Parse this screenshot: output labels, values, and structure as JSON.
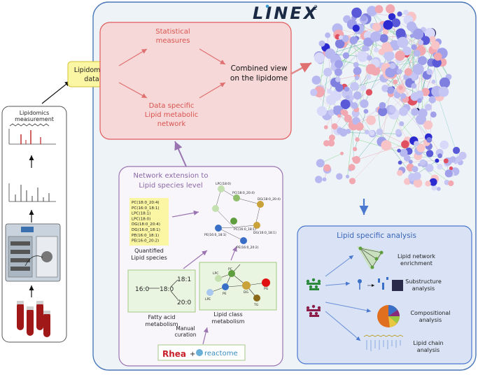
{
  "logo": {
    "text": "LINEX",
    "superscript": "2"
  },
  "left_panel": {
    "title_line1": "Lipidomics",
    "title_line2": "measurement"
  },
  "lipidomics_data": {
    "line1": "Lipidomics",
    "line2": "data"
  },
  "stat_box": {
    "statistical_line1": "Statistical",
    "statistical_line2": "measures",
    "network_line1": "Data specific",
    "network_line2": "Lipid metabolic",
    "network_line3": "network"
  },
  "combined_view": {
    "line1": "Combined view",
    "line2": "on the lipidome"
  },
  "network_extension": {
    "title_line1": "Network extension to",
    "title_line2": "Lipid species level",
    "species": [
      "PC(18:0_20:4)",
      "PC(16:0_18:1)",
      "LPC(18:1)",
      "LPC(18:0)",
      "DG(18:0_20:4)",
      "DG(16:0_18:1)",
      "PE(16:0_18:1)",
      "PE(16:0_20:2)"
    ],
    "quantified_line1": "Quantified",
    "quantified_line2": "Lipid species",
    "fatty_acid_line1": "Fatty acid",
    "fatty_acid_line2": "metabolism",
    "fa_labels": [
      "16:0",
      "18:0",
      "18:1",
      "20:0"
    ],
    "lipid_class_line1": "Lipid class",
    "lipid_class_line2": "metabolism",
    "class_labels": [
      "LPC",
      "PC",
      "DG",
      "PG",
      "PE",
      "TG",
      "LPE"
    ],
    "species_nodes": [
      "LPC(18:0)",
      "PC(18:0_20:4)",
      "DG(18:0_20:4)",
      "PC(16:0_18:1)",
      "PE(16:0_18:1)",
      "DG(16:0_18:1)",
      "PE(16:0_20:2)"
    ],
    "manual_line1": "Manual",
    "manual_line2": "curation",
    "rhea": "Rhea",
    "plus": "+",
    "reactome": "reactome"
  },
  "analysis": {
    "title": "Lipid specific analysis",
    "items": [
      {
        "line1": "Lipid network",
        "line2": "enrichment"
      },
      {
        "line1": "Substructure",
        "line2": "analysis"
      },
      {
        "line1": "Compositional",
        "line2": "analysis"
      },
      {
        "line1": "Lipid chain",
        "line2": "analysis"
      }
    ]
  },
  "colors": {
    "main_panel": "#eef3f8",
    "main_border": "#4a78b8",
    "red_box": "#f6d8d8",
    "red_border": "#e25a5a",
    "red_text": "#d9534f",
    "purple": "#9a74b0",
    "yellow": "#fbf6a3",
    "green_box": "#eaf5e1",
    "blue_box": "#d9e3f5"
  }
}
